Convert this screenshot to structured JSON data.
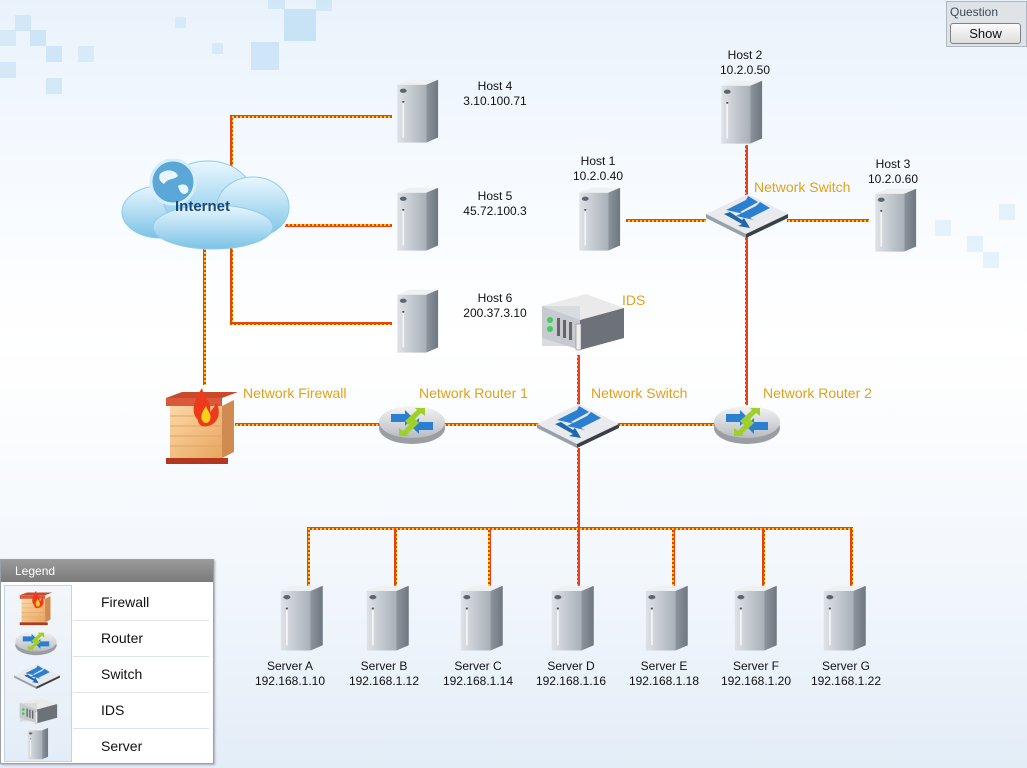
{
  "question_panel": {
    "title": "Question",
    "show_label": "Show"
  },
  "internet": {
    "label": "Internet"
  },
  "hosts": [
    {
      "name": "Host 1",
      "ip": "10.2.0.40"
    },
    {
      "name": "Host 2",
      "ip": "10.2.0.50"
    },
    {
      "name": "Host 3",
      "ip": "10.2.0.60"
    },
    {
      "name": "Host 4",
      "ip": "3.10.100.71"
    },
    {
      "name": "Host 5",
      "ip": "45.72.100.3"
    },
    {
      "name": "Host 6",
      "ip": "200.37.3.10"
    }
  ],
  "devices": {
    "firewall": "Network Firewall",
    "router1": "Network Router 1",
    "router2": "Network Router 2",
    "switch_top": "Network Switch",
    "switch_bottom": "Network Switch",
    "ids": "IDS"
  },
  "servers": [
    {
      "name": "Server A",
      "ip": "192.168.1.10"
    },
    {
      "name": "Server B",
      "ip": "192.168.1.12"
    },
    {
      "name": "Server C",
      "ip": "192.168.1.14"
    },
    {
      "name": "Server D",
      "ip": "192.168.1.16"
    },
    {
      "name": "Server E",
      "ip": "192.168.1.18"
    },
    {
      "name": "Server F",
      "ip": "192.168.1.20"
    },
    {
      "name": "Server G",
      "ip": "192.168.1.22"
    }
  ],
  "legend": {
    "title": "Legend",
    "items": [
      "Firewall",
      "Router",
      "Switch",
      "IDS",
      "Server"
    ]
  },
  "colors": {
    "link": "#e8401a",
    "link_dash": "#f5d000",
    "device_label": "#e0a21a"
  }
}
